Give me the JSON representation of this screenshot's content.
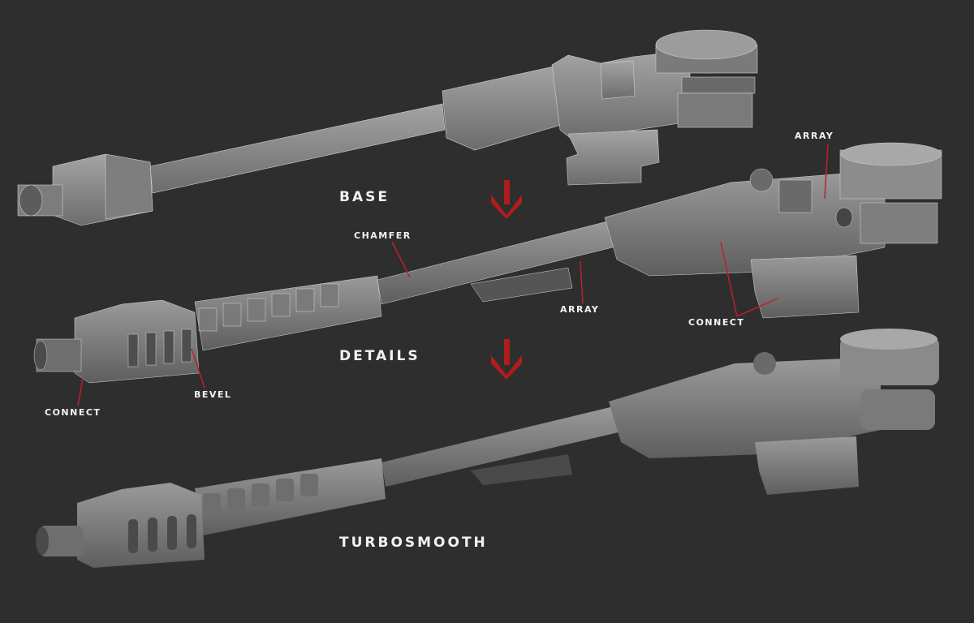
{
  "stages": [
    {
      "label": "BASE"
    },
    {
      "label": "DETAILS"
    },
    {
      "label": "TURBOSMOOTH"
    }
  ],
  "annotations": {
    "chamfer": "CHAMFER",
    "array_top": "ARRAY",
    "array_mid": "ARRAY",
    "connect_right": "CONNECT",
    "connect_left": "CONNECT",
    "bevel": "BEVEL"
  },
  "colors": {
    "background": "#2e2e2e",
    "arrow": "#b01c1c",
    "leader": "#c0202a",
    "model": "#8a8a8a"
  }
}
